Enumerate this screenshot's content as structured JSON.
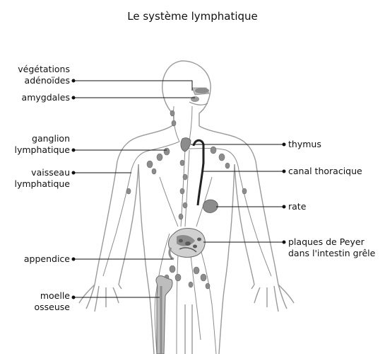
{
  "title": "Le système lymphatique",
  "labels_left": {
    "vegetations": [
      "végétations",
      "adénoïdes"
    ],
    "amygdales": [
      "amygdales"
    ],
    "ganglion": [
      "ganglion",
      "lymphatique"
    ],
    "vaisseau": [
      "vaisseau",
      "lymphatique"
    ],
    "appendice": [
      "appendice"
    ],
    "moelle": [
      "moelle",
      "osseuse"
    ]
  },
  "labels_right": {
    "thymus": [
      "thymus"
    ],
    "canal": [
      "canal thoracique"
    ],
    "rate": [
      "rate"
    ],
    "peyer": [
      "plaques de Peyer",
      "dans l'intestin grêle"
    ]
  },
  "colors": {
    "outline": "#9a9a9a",
    "organ": "#8c8c8c",
    "organ_dark": "#5a5a5a",
    "leader": "#111111",
    "duct": "#222222"
  }
}
